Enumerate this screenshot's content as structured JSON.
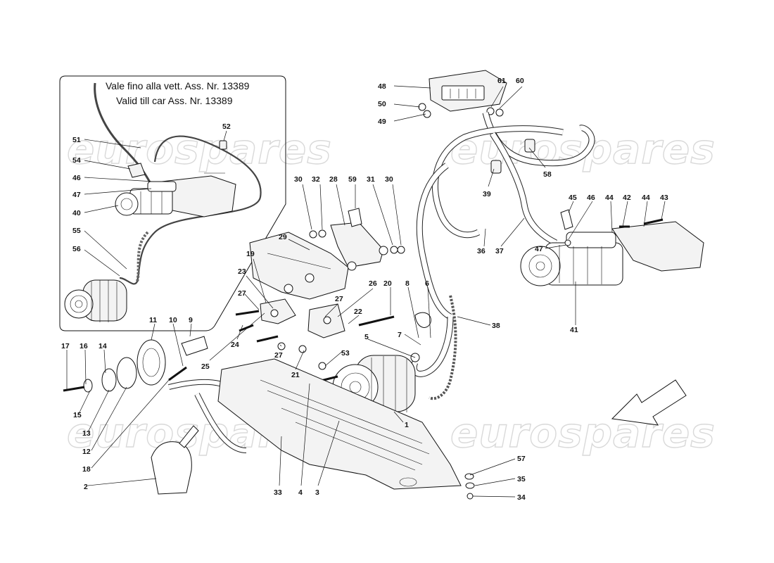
{
  "inset": {
    "note_it": "Vale fino alla vett. Ass. Nr. 13389",
    "note_en": "Valid till car Ass. Nr. 13389"
  },
  "watermark": "eurospares",
  "callouts": [
    {
      "label": "51"
    },
    {
      "label": "52"
    },
    {
      "label": "54"
    },
    {
      "label": "46"
    },
    {
      "label": "47"
    },
    {
      "label": "40"
    },
    {
      "label": "55"
    },
    {
      "label": "56"
    },
    {
      "label": "48"
    },
    {
      "label": "50"
    },
    {
      "label": "49"
    },
    {
      "label": "61"
    },
    {
      "label": "60"
    },
    {
      "label": "58"
    },
    {
      "label": "39"
    },
    {
      "label": "30"
    },
    {
      "label": "32"
    },
    {
      "label": "28"
    },
    {
      "label": "59"
    },
    {
      "label": "31"
    },
    {
      "label": "30"
    },
    {
      "label": "29"
    },
    {
      "label": "19"
    },
    {
      "label": "23"
    },
    {
      "label": "27"
    },
    {
      "label": "26"
    },
    {
      "label": "27"
    },
    {
      "label": "22"
    },
    {
      "label": "20"
    },
    {
      "label": "8"
    },
    {
      "label": "6"
    },
    {
      "label": "7"
    },
    {
      "label": "24"
    },
    {
      "label": "25"
    },
    {
      "label": "27"
    },
    {
      "label": "21"
    },
    {
      "label": "53"
    },
    {
      "label": "5"
    },
    {
      "label": "11"
    },
    {
      "label": "10"
    },
    {
      "label": "9"
    },
    {
      "label": "17"
    },
    {
      "label": "16"
    },
    {
      "label": "14"
    },
    {
      "label": "15"
    },
    {
      "label": "13"
    },
    {
      "label": "12"
    },
    {
      "label": "18"
    },
    {
      "label": "2"
    },
    {
      "label": "33"
    },
    {
      "label": "4"
    },
    {
      "label": "3"
    },
    {
      "label": "1"
    },
    {
      "label": "36"
    },
    {
      "label": "37"
    },
    {
      "label": "38"
    },
    {
      "label": "45"
    },
    {
      "label": "46"
    },
    {
      "label": "44"
    },
    {
      "label": "42"
    },
    {
      "label": "44"
    },
    {
      "label": "43"
    },
    {
      "label": "47"
    },
    {
      "label": "41"
    },
    {
      "label": "57"
    },
    {
      "label": "35"
    },
    {
      "label": "34"
    }
  ]
}
